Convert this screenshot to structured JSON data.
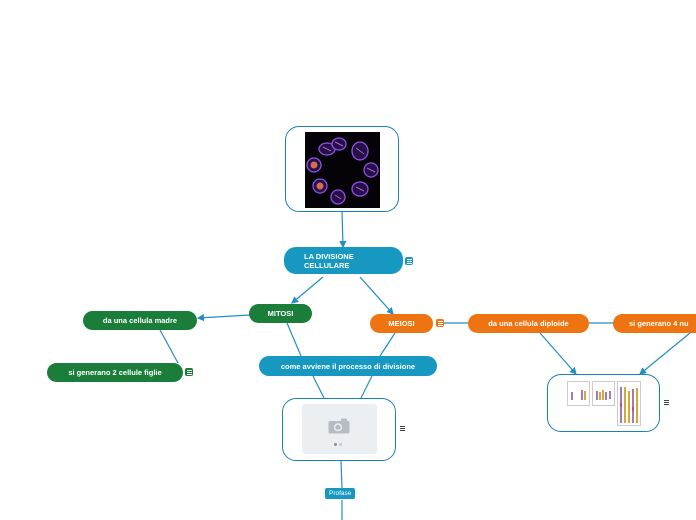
{
  "colors": {
    "blue": "#1798c1",
    "green": "#1a7e3a",
    "orange": "#ee7412",
    "link": "#1f8fc4"
  },
  "central_topic": {
    "line1": "LA DIVISIONE",
    "line2": "CELLULARE"
  },
  "mitosi": {
    "label": "MITOSI",
    "children": [
      "da una cellula madre",
      "si generano 2 cellule figlie"
    ]
  },
  "meiosi": {
    "label": "MEIOSI",
    "children": [
      "da una cellula diploide",
      "si generano 4 nu"
    ]
  },
  "process": {
    "label": "come avviene il processo di divisione"
  },
  "phase": {
    "label": "Profase"
  },
  "icons": {
    "cell_image": "mitosis-cells-image",
    "placeholder": "camera-icon",
    "chromosome_diagram": "meiosis-chromosome-diagram",
    "note": "note-icon"
  }
}
